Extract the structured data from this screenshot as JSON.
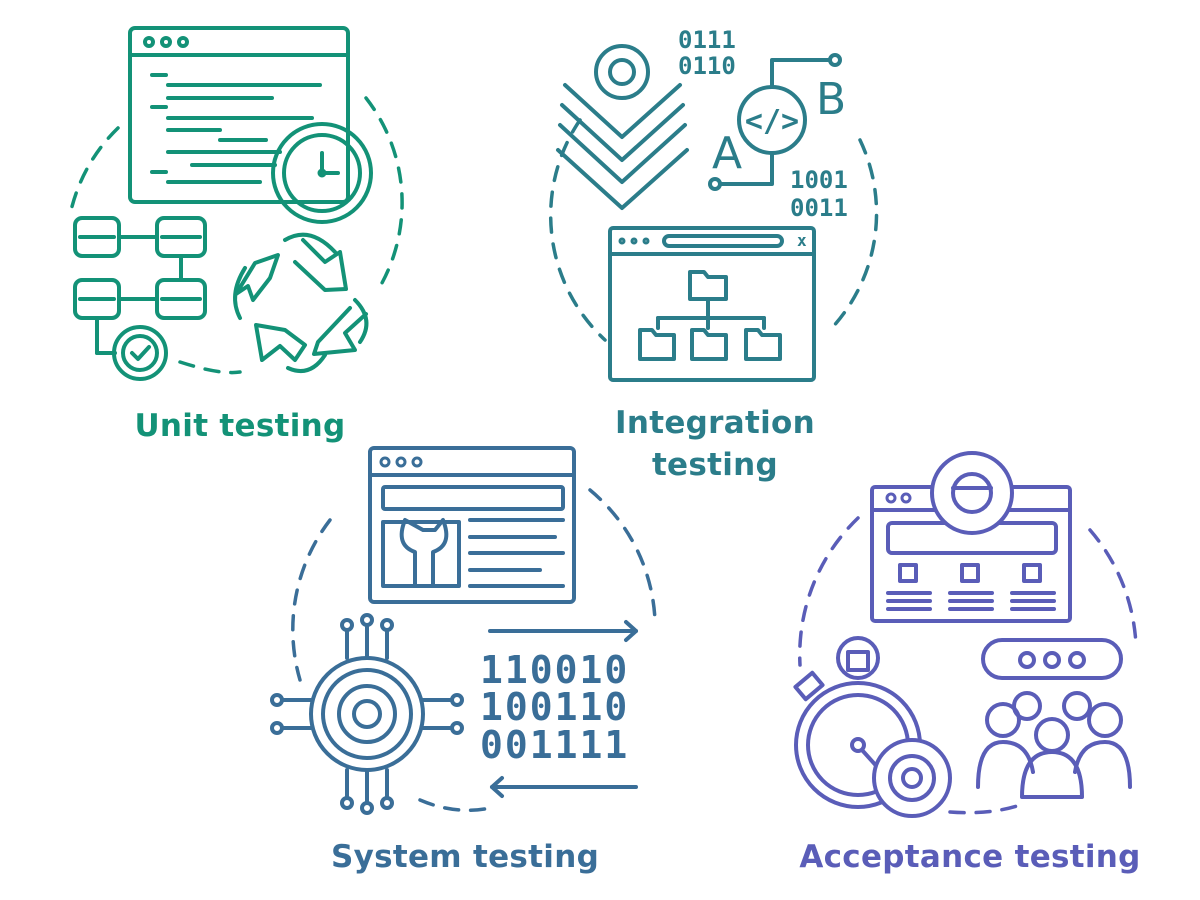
{
  "panels": {
    "unit": {
      "label": "Unit testing",
      "color": "#139277"
    },
    "integration": {
      "label_line1": "Integration",
      "label_line2": "testing",
      "color": "#2b7d8a",
      "binary_top": [
        "0111",
        "0110"
      ],
      "binary_bottom": [
        "1001",
        "0011"
      ],
      "letter_a": "A",
      "letter_b": "B",
      "code_symbol": "</>",
      "close_symbol": "x"
    },
    "system": {
      "label": "System testing",
      "color": "#3a6e98",
      "binary": [
        "110010",
        "100110",
        "001111"
      ]
    },
    "acceptance": {
      "label": "Acceptance testing",
      "color": "#5a5db8"
    }
  }
}
